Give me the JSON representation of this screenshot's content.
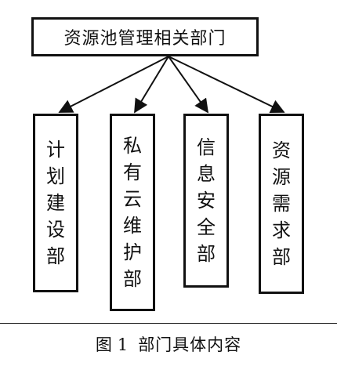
{
  "root": {
    "label": "资源池管理相关部门"
  },
  "departments": [
    {
      "label": "计划建设部"
    },
    {
      "label": "私有云维护部"
    },
    {
      "label": "信息安全部"
    },
    {
      "label": "资源需求部"
    }
  ],
  "caption": {
    "prefix": "图",
    "number": "1",
    "text": "部门具体内容"
  }
}
